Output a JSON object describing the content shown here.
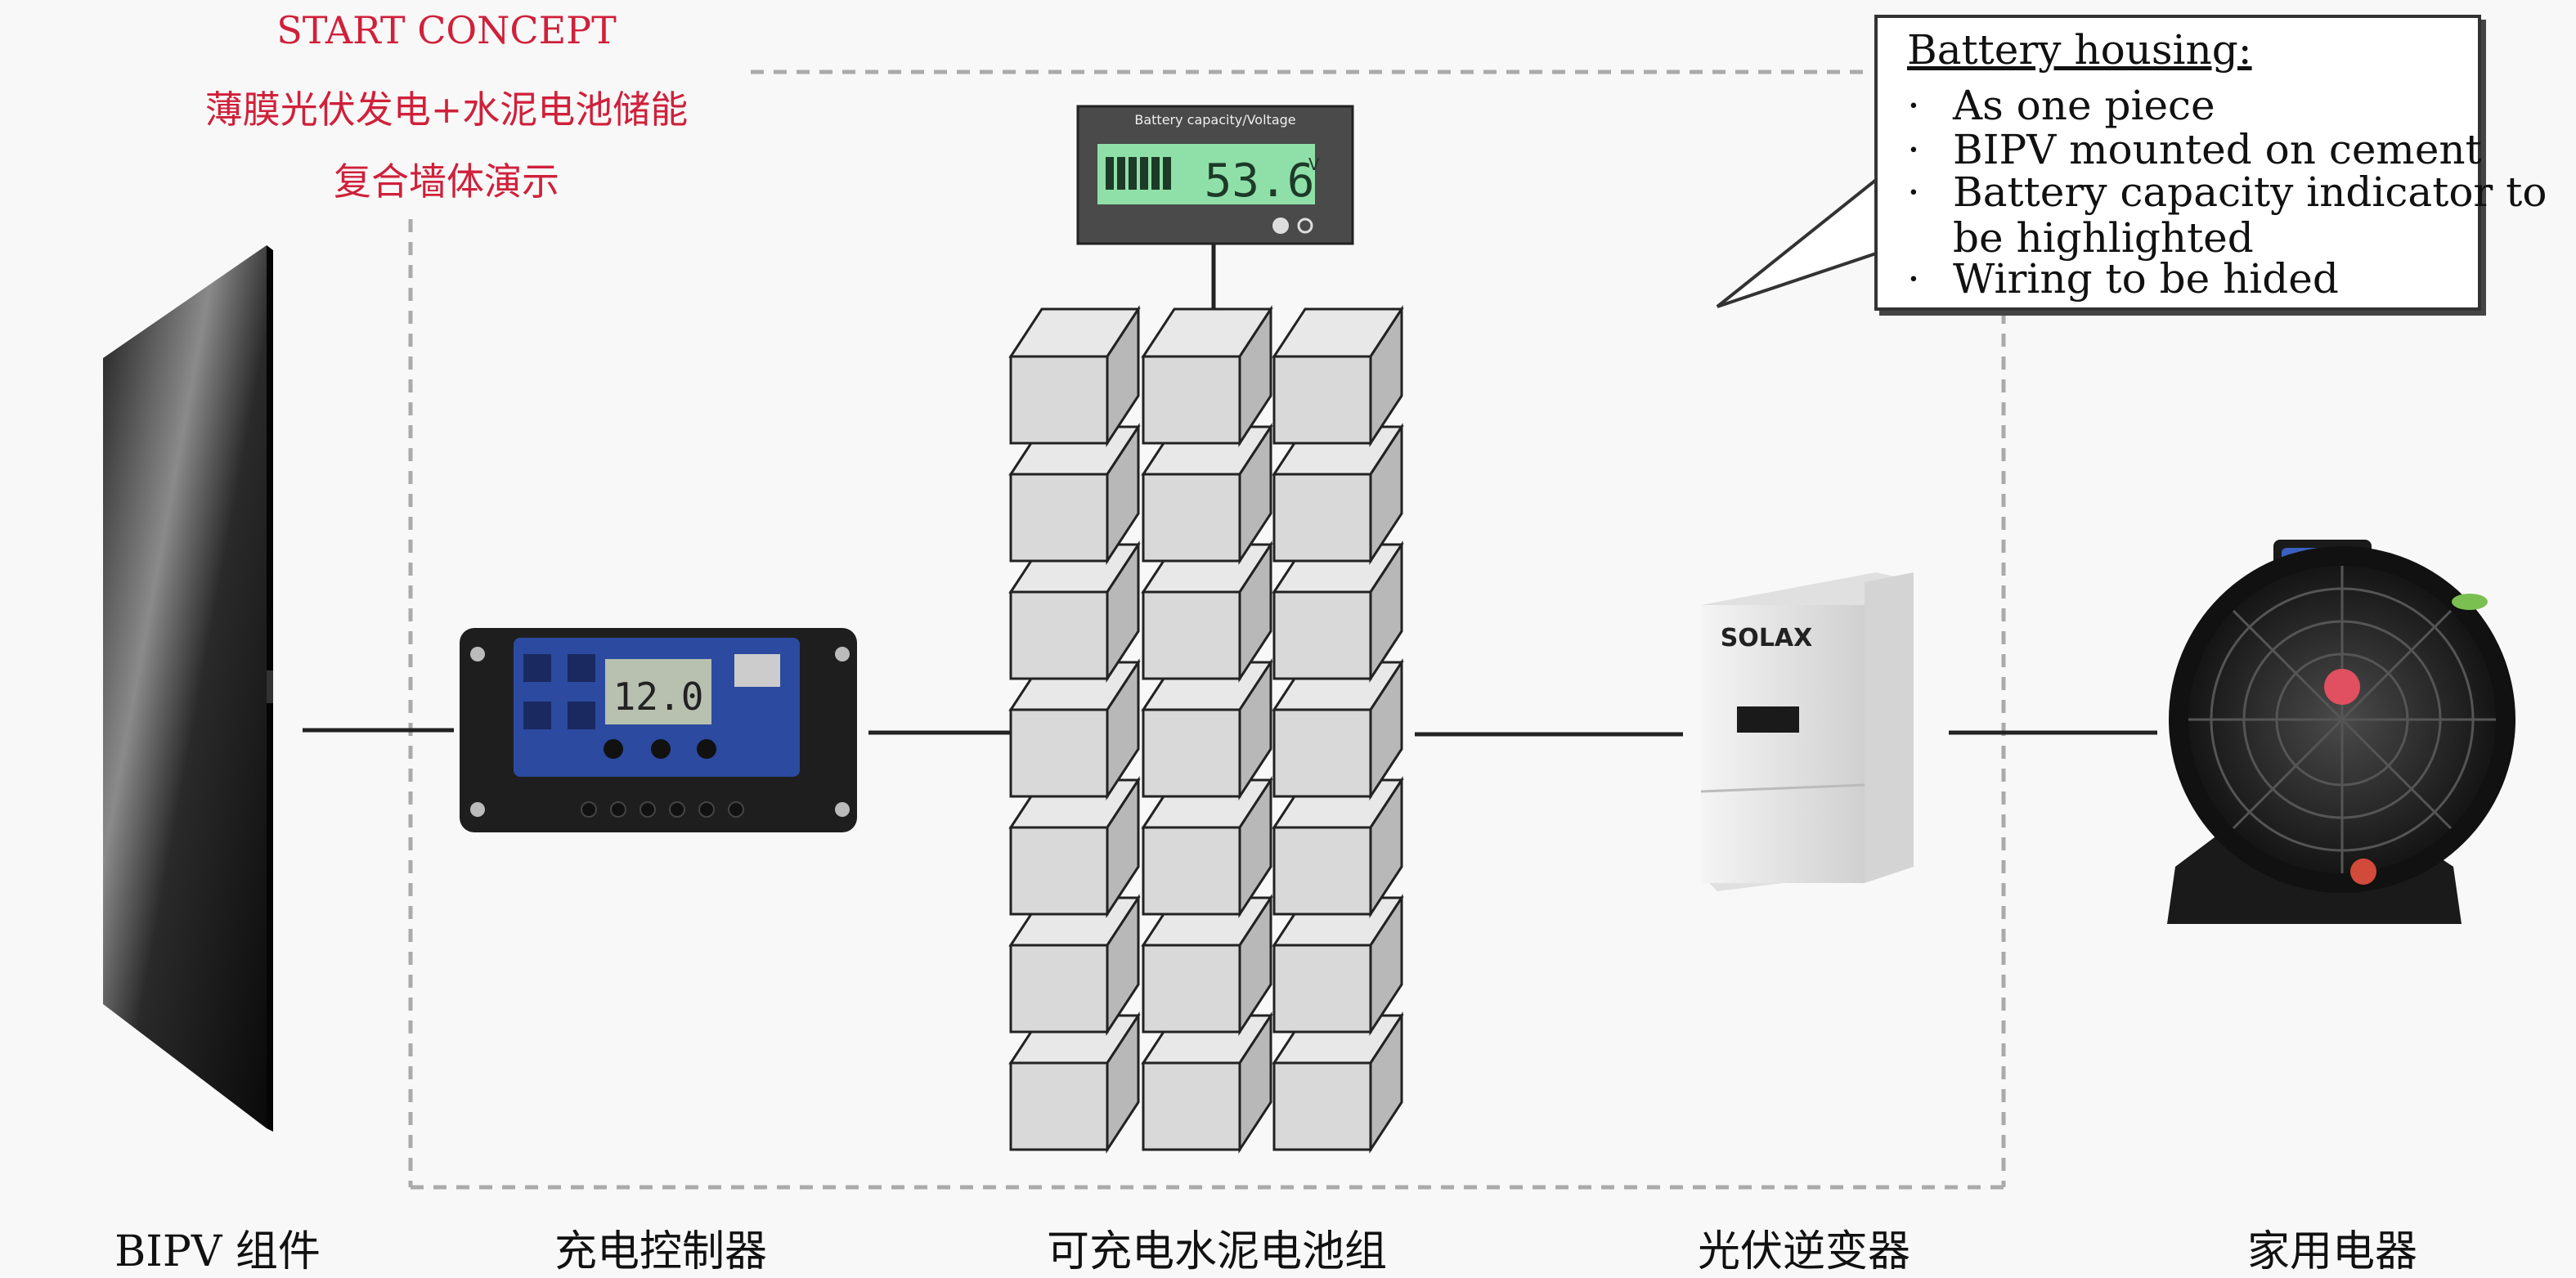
{
  "header": {
    "line1": "START CONCEPT",
    "line2": "薄膜光伏发电+水泥电池储能",
    "line3": "复合墙体演示"
  },
  "callout": {
    "title": "Battery housing:",
    "items": [
      {
        "bullet": "·",
        "text": "As one piece"
      },
      {
        "bullet": "·",
        "text": "BIPV mounted on cement"
      },
      {
        "bullet": "·",
        "text": "Battery capacity indicator to"
      },
      {
        "bullet": "",
        "text": "be highlighted"
      },
      {
        "bullet": "·",
        "text": "Wiring to be hided"
      }
    ]
  },
  "indicator": {
    "header": "Battery capacity/Voltage",
    "value": "53.6",
    "unit": "V"
  },
  "controller": {
    "screen_value": "12.0"
  },
  "inverter": {
    "brand": "SOLAX"
  },
  "labels": {
    "bipv": "BIPV 组件",
    "controller": "充电控制器",
    "battery": "可充电水泥电池组",
    "inverter": "光伏逆变器",
    "appliance": "家用电器"
  },
  "colors": {
    "title_red": "#d0203a",
    "dashed_border": "#aaaaaa",
    "cube_face": "#d9d9d9",
    "controller_screen": "#2b4aa0",
    "indicator_lcd": "#8fe0a8"
  },
  "icons": {
    "bipv_panel": "solar-panel-icon",
    "controller": "charge-controller-icon",
    "battery": "cement-battery-stack-icon",
    "indicator": "battery-capacity-indicator-icon",
    "inverter": "inverter-icon",
    "appliance": "fan-icon"
  }
}
